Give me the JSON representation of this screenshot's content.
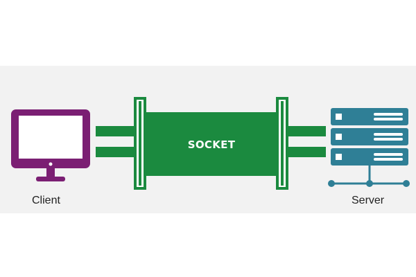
{
  "nodes": {
    "client": {
      "label": "Client",
      "icon": "monitor-icon",
      "color": "#7b1f73"
    },
    "server": {
      "label": "Server",
      "icon": "server-rack-icon",
      "color": "#2f7f96"
    }
  },
  "socket": {
    "label": "SOCKET",
    "color": "#1b8a3f"
  },
  "colors": {
    "background_band": "#f2f2f2",
    "connector": "#1b8a3f",
    "server_network": "#2f7f96"
  }
}
